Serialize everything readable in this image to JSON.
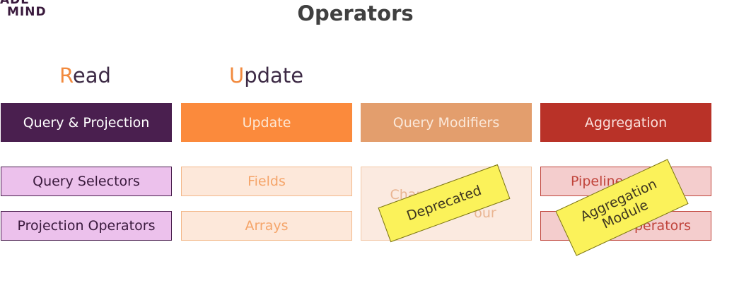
{
  "logo": {
    "line1": "ADE",
    "line2": "MIND"
  },
  "title": "Operators",
  "columns": [
    {
      "heading_first": "R",
      "heading_rest": "ead"
    },
    {
      "heading_first": "U",
      "heading_rest": "pdate"
    }
  ],
  "head_boxes": [
    "Query & Projection",
    "Update",
    "Query Modifiers",
    "Aggregation"
  ],
  "read_items": [
    "Query Selectors",
    "Projection Operators"
  ],
  "update_items": [
    "Fields",
    "Arrays"
  ],
  "modifier_item": {
    "line1": "Chan",
    "line2": "our"
  },
  "aggregation_items": [
    "Pipeline St",
    "perators"
  ],
  "sticky_notes": {
    "deprecated": "Deprecated",
    "aggregation_line1": "Aggregation",
    "aggregation_line2": "Module"
  },
  "colors": {
    "dark_purple": "#4a1f4f",
    "orange": "#fb8a3c",
    "tan": "#e39e6d",
    "red": "#b93228",
    "sticky_yellow": "#fbf25a"
  }
}
